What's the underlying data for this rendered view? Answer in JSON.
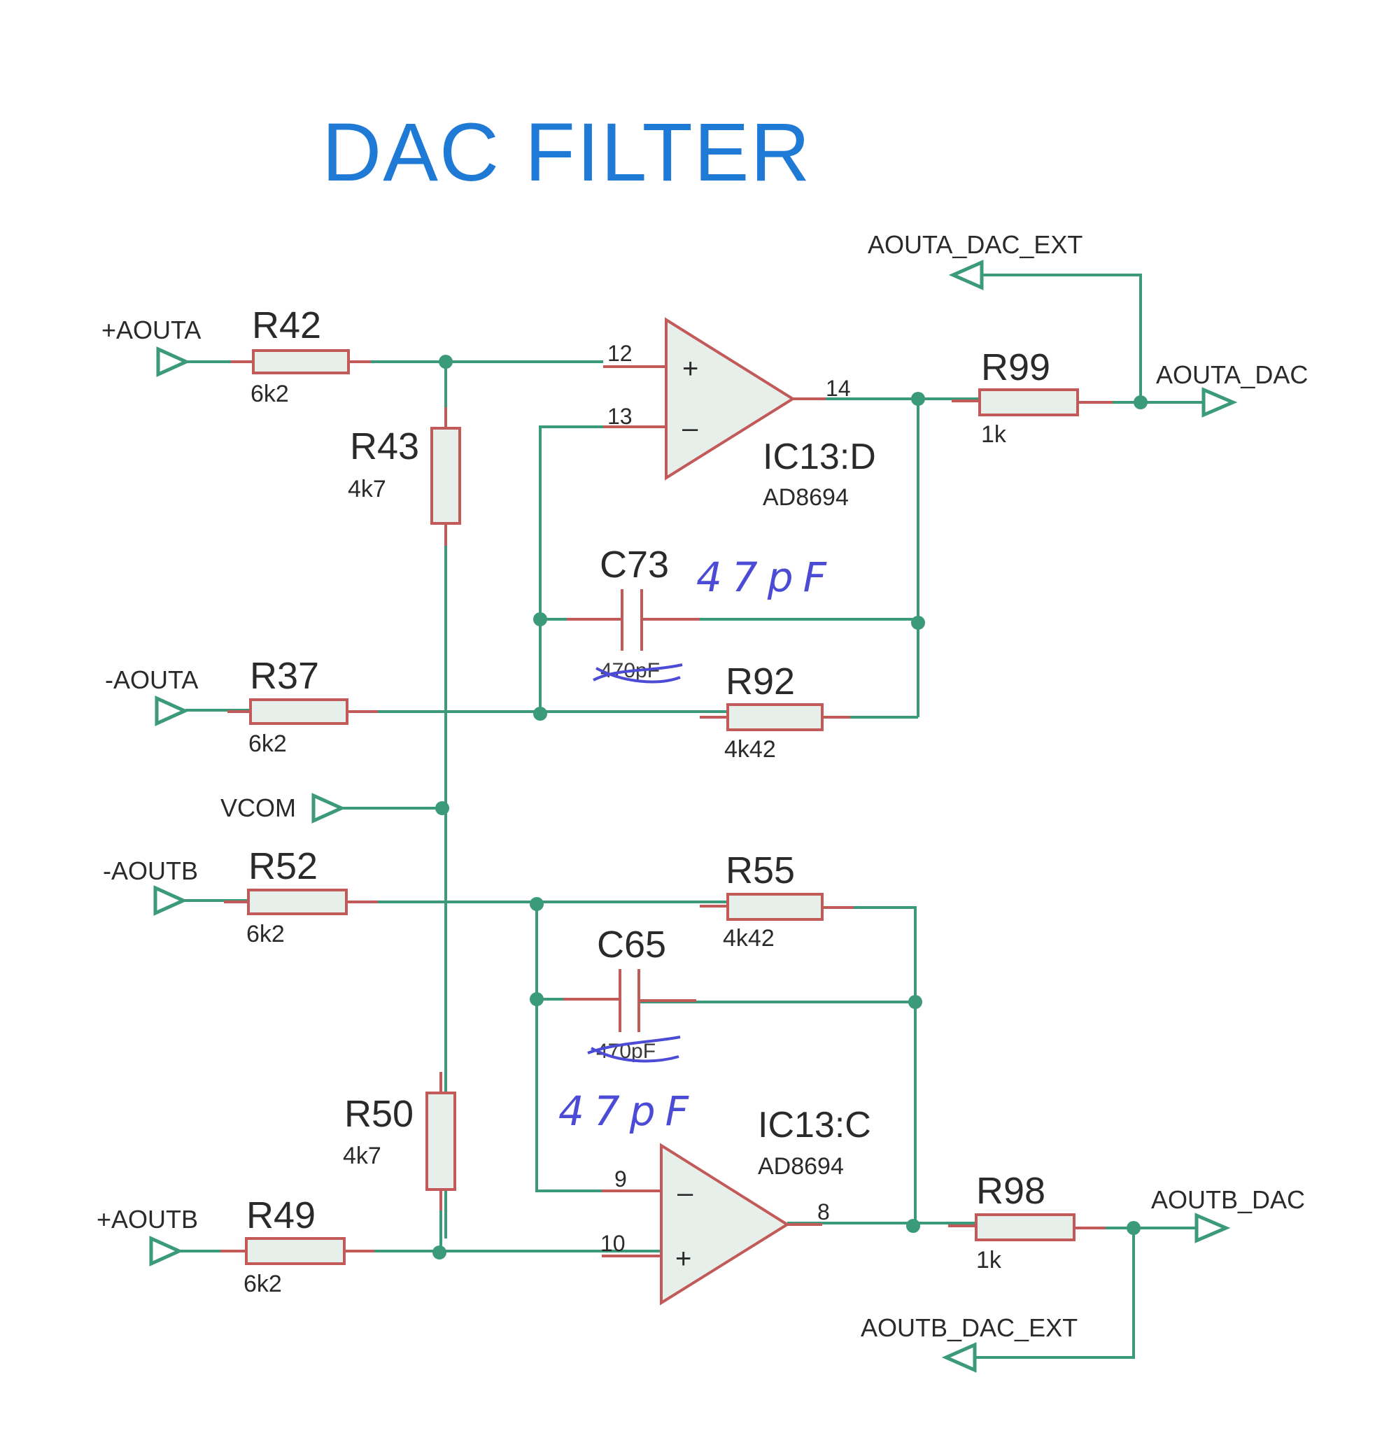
{
  "title": "DAC FILTER",
  "nets": {
    "aouta_pos": "+AOUTA",
    "aouta_neg": "-AOUTA",
    "vcom": "VCOM",
    "aoutb_neg": "-AOUTB",
    "aoutb_pos": "+AOUTB",
    "aouta_dac": "AOUTA_DAC",
    "aouta_dac_ext": "AOUTA_DAC_EXT",
    "aoutb_dac": "AOUTB_DAC",
    "aoutb_dac_ext": "AOUTB_DAC_EXT"
  },
  "resistors": {
    "R42": {
      "ref": "R42",
      "value": "6k2"
    },
    "R43": {
      "ref": "R43",
      "value": "4k7"
    },
    "R37": {
      "ref": "R37",
      "value": "6k2"
    },
    "R92": {
      "ref": "R92",
      "value": "4k42"
    },
    "R99": {
      "ref": "R99",
      "value": "1k"
    },
    "R52": {
      "ref": "R52",
      "value": "6k2"
    },
    "R55": {
      "ref": "R55",
      "value": "4k42"
    },
    "R50": {
      "ref": "R50",
      "value": "4k7"
    },
    "R49": {
      "ref": "R49",
      "value": "6k2"
    },
    "R98": {
      "ref": "R98",
      "value": "1k"
    }
  },
  "capacitors": {
    "C73": {
      "ref": "C73",
      "printed_value": "470pF",
      "handwritten_value": "47pF"
    },
    "C65": {
      "ref": "C65",
      "printed_value": "470pF",
      "handwritten_value": "47pF"
    }
  },
  "opamps": {
    "IC13D": {
      "ref": "IC13:D",
      "part": "AD8694",
      "pin_pos": "12",
      "pin_neg": "13",
      "pin_out": "14"
    },
    "IC13C": {
      "ref": "IC13:C",
      "part": "AD8694",
      "pin_pos": "10",
      "pin_neg": "9",
      "pin_out": "8"
    }
  },
  "opamp_symbols": {
    "plus": "+",
    "minus": "–"
  }
}
